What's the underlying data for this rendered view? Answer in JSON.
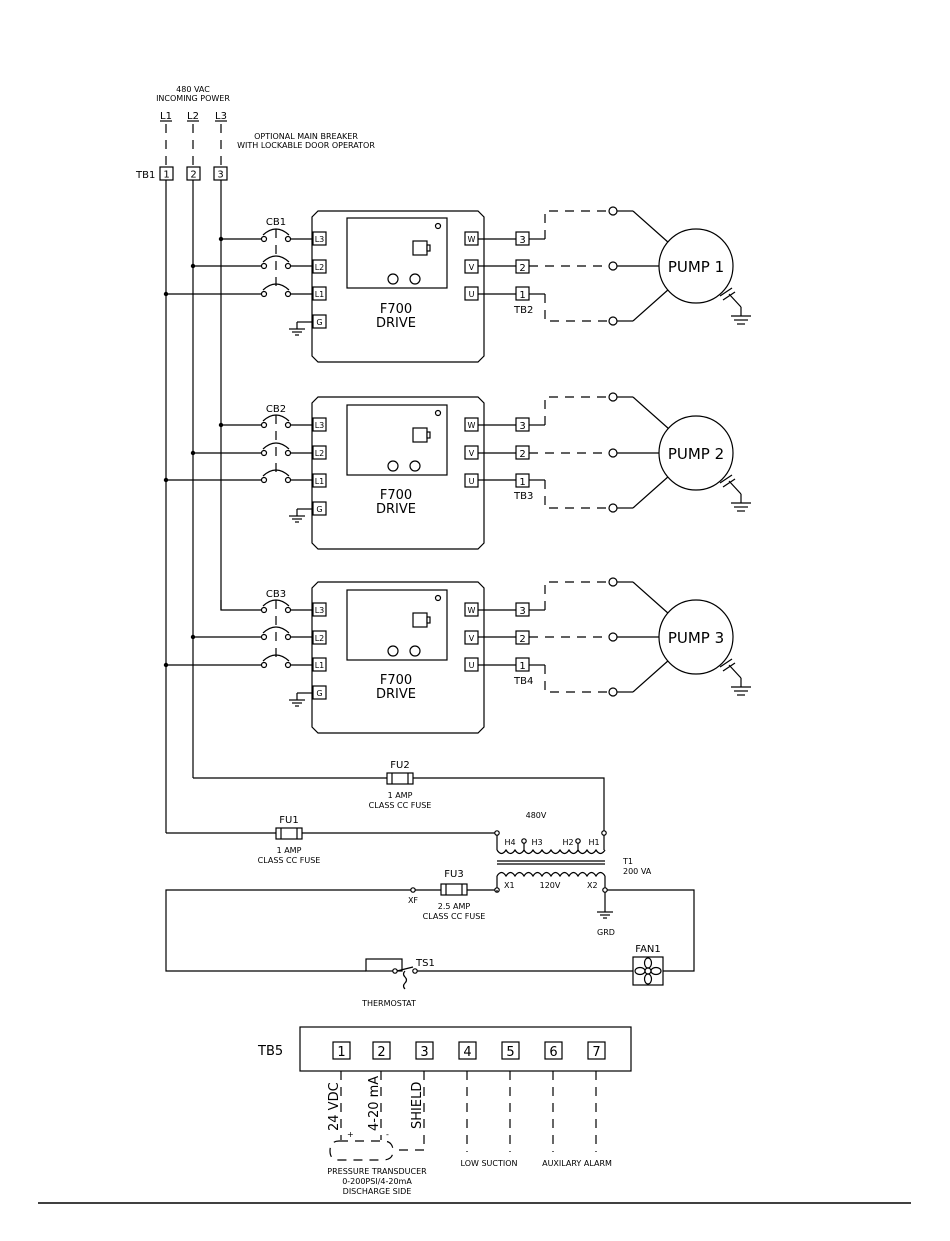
{
  "incoming": {
    "voltage": "480 VAC",
    "label": "INCOMING POWER",
    "lines": [
      "L1",
      "L2",
      "L3"
    ],
    "tb1_label": "TB1",
    "tb1_terminals": [
      "1",
      "2",
      "3"
    ],
    "breaker_note_1": "OPTIONAL MAIN BREAKER",
    "breaker_note_2": "WITH LOCKABLE DOOR OPERATOR"
  },
  "drives": [
    {
      "breaker": "CB1",
      "in_terms": [
        "L3",
        "L2",
        "L1"
      ],
      "ground": "G",
      "out_terms": [
        "W",
        "V",
        "U"
      ],
      "model": "F700",
      "type": "DRIVE",
      "tb_terms": [
        "3",
        "2",
        "1"
      ],
      "tb_label": "TB2",
      "motor": "PUMP 1"
    },
    {
      "breaker": "CB2",
      "in_terms": [
        "L3",
        "L2",
        "L1"
      ],
      "ground": "G",
      "out_terms": [
        "W",
        "V",
        "U"
      ],
      "model": "F700",
      "type": "DRIVE",
      "tb_terms": [
        "3",
        "2",
        "1"
      ],
      "tb_label": "TB3",
      "motor": "PUMP 2"
    },
    {
      "breaker": "CB3",
      "in_terms": [
        "L3",
        "L2",
        "L1"
      ],
      "ground": "G",
      "out_terms": [
        "W",
        "V",
        "U"
      ],
      "model": "F700",
      "type": "DRIVE",
      "tb_terms": [
        "3",
        "2",
        "1"
      ],
      "tb_label": "TB4",
      "motor": "PUMP 3"
    }
  ],
  "control": {
    "fu2": {
      "label": "FU2",
      "rating": "1 AMP",
      "type": "CLASS CC FUSE"
    },
    "fu1": {
      "label": "FU1",
      "rating": "1 AMP",
      "type": "CLASS CC FUSE"
    },
    "fu3": {
      "label": "FU3",
      "rating": "2.5 AMP",
      "type": "CLASS CC FUSE"
    },
    "transformer": {
      "label": "T1",
      "rating": "200 VA",
      "primary_voltage": "480V",
      "secondary_voltage": "120V",
      "taps": [
        "H4",
        "H3",
        "H2",
        "H1"
      ],
      "x1": "X1",
      "x2": "X2",
      "xf": "XF",
      "ground": "GRD"
    },
    "ts1": "TS1",
    "thermostat": "THERMOSTAT",
    "fan": "FAN1"
  },
  "tb5": {
    "label": "TB5",
    "terminals": [
      "1",
      "2",
      "3",
      "4",
      "5",
      "6",
      "7"
    ],
    "signal_24vdc": "24 VDC",
    "signal_420ma": "4-20 mA",
    "signal_shield": "SHIELD",
    "plus": "+",
    "minus": "-",
    "transducer_1": "PRESSURE TRANSDUCER",
    "transducer_2": "0-200PSI/4-20mA",
    "transducer_3": "DISCHARGE SIDE",
    "low_suction": "LOW SUCTION",
    "aux_alarm": "AUXILARY ALARM"
  }
}
